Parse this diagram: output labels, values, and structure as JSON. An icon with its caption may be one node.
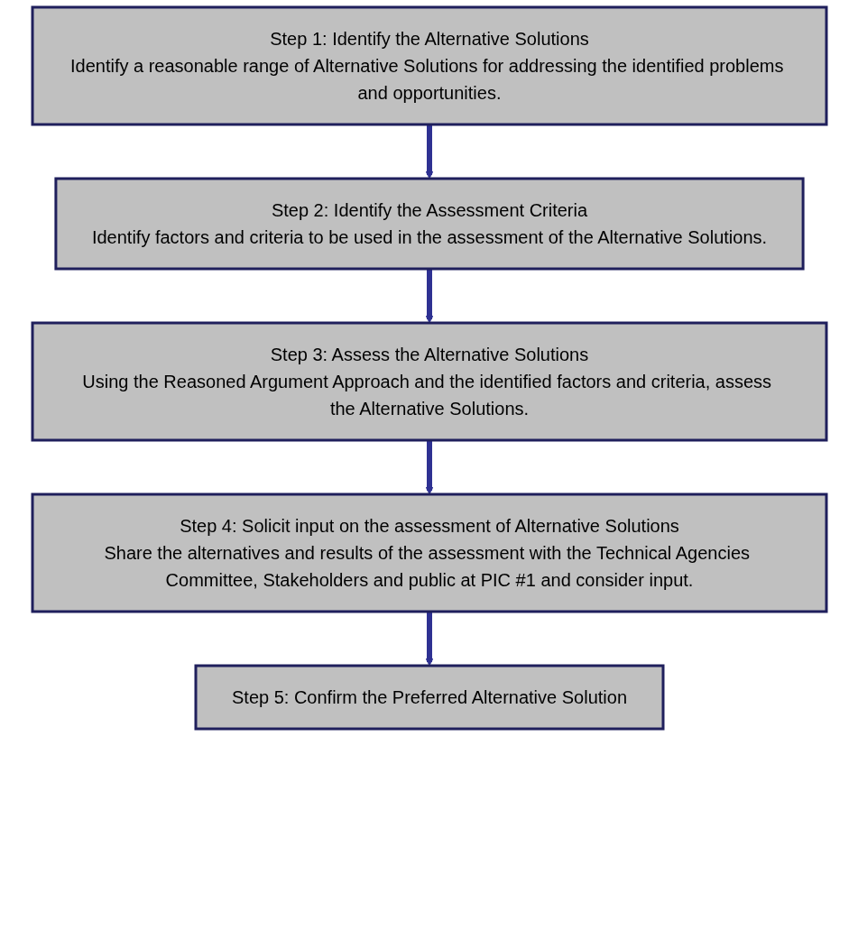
{
  "diagram": {
    "nodes": [
      {
        "text": [
          "Step 1: Identify the Alternative Solutions",
          "Identify a reasonable range of Alternative Solutions for addressing the identified problems and opportunities."
        ]
      },
      {
        "text": [
          "Step 2: Identify the Assessment Criteria",
          "Identify factors and criteria to be used in the assessment of the Alternative Solutions."
        ]
      },
      {
        "text": [
          "Step 3: Assess the Alternative Solutions",
          "Using the Reasoned Argument Approach and the identified factors and criteria, assess the Alternative Solutions."
        ]
      },
      {
        "text": [
          "Step 4: Solicit input on the assessment of Alternative Solutions",
          "Share the alternatives and results of the assessment with the Technical Agencies Committee, Stakeholders and public at PIC #1 and consider input."
        ]
      },
      {
        "text": [
          "Step 5: Confirm the Preferred Alternative Solution"
        ]
      }
    ],
    "edges": [
      {
        "from": 0,
        "to": 1,
        "arrow": "to"
      },
      {
        "from": 1,
        "to": 2,
        "arrow": "to"
      },
      {
        "from": 2,
        "to": 3,
        "arrow": "to"
      },
      {
        "from": 3,
        "to": 4,
        "arrow": "to"
      }
    ]
  }
}
